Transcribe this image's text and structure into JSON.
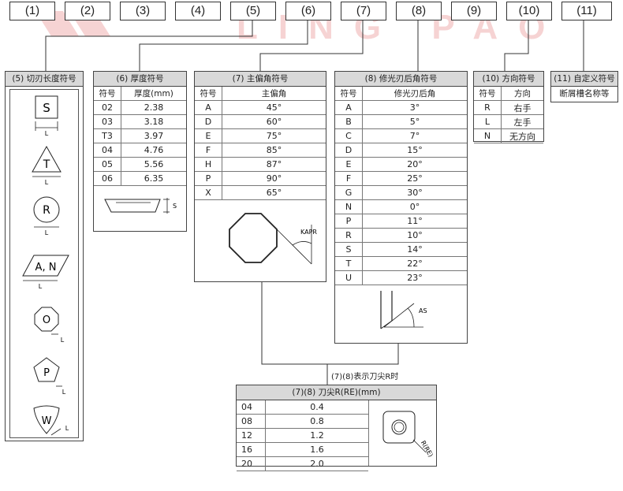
{
  "header_codes": [
    "(1)",
    "(2)",
    "(3)",
    "(4)",
    "(5)",
    "(6)",
    "(7)",
    "(8)",
    "(9)",
    "(10)",
    "(11)"
  ],
  "watermark": "LING PAO",
  "colors": {
    "panel_header": "#d9d9d9",
    "border": "#444444",
    "watermark": "#f6d3d3"
  },
  "panel5": {
    "title": "(5) 切刃长度符号",
    "shapes": [
      {
        "label": "S",
        "shape": "square"
      },
      {
        "label": "T",
        "shape": "triangle"
      },
      {
        "label": "R",
        "shape": "circle"
      },
      {
        "label": "A, N",
        "shape": "parallelogram"
      },
      {
        "label": "O",
        "shape": "octagon"
      },
      {
        "label": "P",
        "shape": "pentagon"
      },
      {
        "label": "W",
        "shape": "trigon"
      }
    ],
    "dim_label": "L"
  },
  "panel6": {
    "title": "(6) 厚度符号",
    "headers": [
      "符号",
      "厚度(mm)"
    ],
    "rows": [
      [
        "02",
        "2.38"
      ],
      [
        "03",
        "3.18"
      ],
      [
        "T3",
        "3.97"
      ],
      [
        "04",
        "4.76"
      ],
      [
        "05",
        "5.56"
      ],
      [
        "06",
        "6.35"
      ]
    ],
    "dim_label": "S"
  },
  "panel7": {
    "title": "(7) 主偏角符号",
    "headers": [
      "符号",
      "主偏角"
    ],
    "rows": [
      [
        "A",
        "45°"
      ],
      [
        "D",
        "60°"
      ],
      [
        "E",
        "75°"
      ],
      [
        "F",
        "85°"
      ],
      [
        "H",
        "87°"
      ],
      [
        "P",
        "90°"
      ],
      [
        "X",
        "65°"
      ]
    ],
    "diagram_label": "KAPR"
  },
  "panel8": {
    "title": "(8) 修光刃后角符号",
    "headers": [
      "符号",
      "修光刃后角"
    ],
    "rows": [
      [
        "A",
        "3°"
      ],
      [
        "B",
        "5°"
      ],
      [
        "C",
        "7°"
      ],
      [
        "D",
        "15°"
      ],
      [
        "E",
        "20°"
      ],
      [
        "F",
        "25°"
      ],
      [
        "G",
        "30°"
      ],
      [
        "N",
        "0°"
      ],
      [
        "P",
        "11°"
      ],
      [
        "R",
        "10°"
      ],
      [
        "S",
        "14°"
      ],
      [
        "T",
        "22°"
      ],
      [
        "U",
        "23°"
      ]
    ],
    "diagram_label": "AS"
  },
  "panel10": {
    "title": "(10) 方向符号",
    "headers": [
      "符号",
      "方向"
    ],
    "rows": [
      [
        "R",
        "右手"
      ],
      [
        "L",
        "左手"
      ],
      [
        "N",
        "无方向"
      ]
    ]
  },
  "panel11": {
    "title": "(11) 自定义符号",
    "text": "断屑槽名称等"
  },
  "panel78": {
    "caption": "(7)(8)表示刀尖R时",
    "title": "(7)(8) 刀尖R(RE)(mm)",
    "rows": [
      [
        "04",
        "0.4"
      ],
      [
        "08",
        "0.8"
      ],
      [
        "12",
        "1.2"
      ],
      [
        "16",
        "1.6"
      ],
      [
        "20",
        "2.0"
      ]
    ],
    "diagram_label": "R(RE)"
  }
}
